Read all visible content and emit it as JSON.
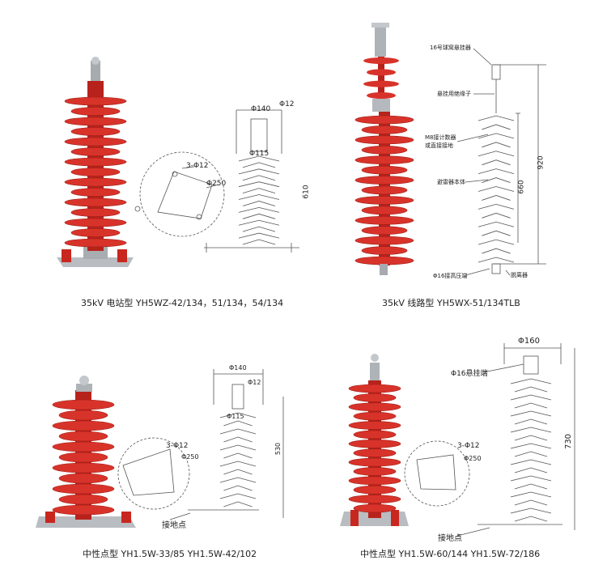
{
  "panels": [
    {
      "caption": "35kV 电站型 YH5WZ-42/134，51/134，54/134",
      "dims": {
        "d_top": "Φ140",
        "d_cap": "Φ12",
        "d_mid": "Φ115",
        "height": "610",
        "hole": "3-Φ12",
        "circle": "Φ250"
      }
    },
    {
      "caption": "35kV 线路型 YH5WX-51/134TLB",
      "labels": {
        "fitting": "16号球窝悬挂器",
        "insulator": "悬挂用绝缘子",
        "counter": "M8接计数器\n或直接接地",
        "body": "避雷器本体",
        "terminal": "Φ16接高压端",
        "separator": "脱离器",
        "h_total": "920",
        "h_body": "660"
      }
    },
    {
      "caption": "中性点型 YH1.5W-33/85   YH1.5W-42/102",
      "dims": {
        "d_top": "Φ140",
        "d_cap": "Φ12",
        "d_mid": "Φ115",
        "height": "530",
        "hole": "3-Φ12",
        "circle": "Φ250",
        "ground": "接地点"
      }
    },
    {
      "caption": "中性点型 YH1.5W-60/144   YH1.5W-72/186",
      "dims": {
        "d_top": "Φ160",
        "hanger": "Φ16悬挂端",
        "height": "730",
        "hole": "3-Φ12",
        "circle": "Φ250",
        "ground": "接地点"
      }
    }
  ],
  "colors": {
    "arrester_red": "#c8271f",
    "shed_light": "#e03a2c",
    "metal": "#9aa0a6",
    "drawing": "#555555"
  }
}
